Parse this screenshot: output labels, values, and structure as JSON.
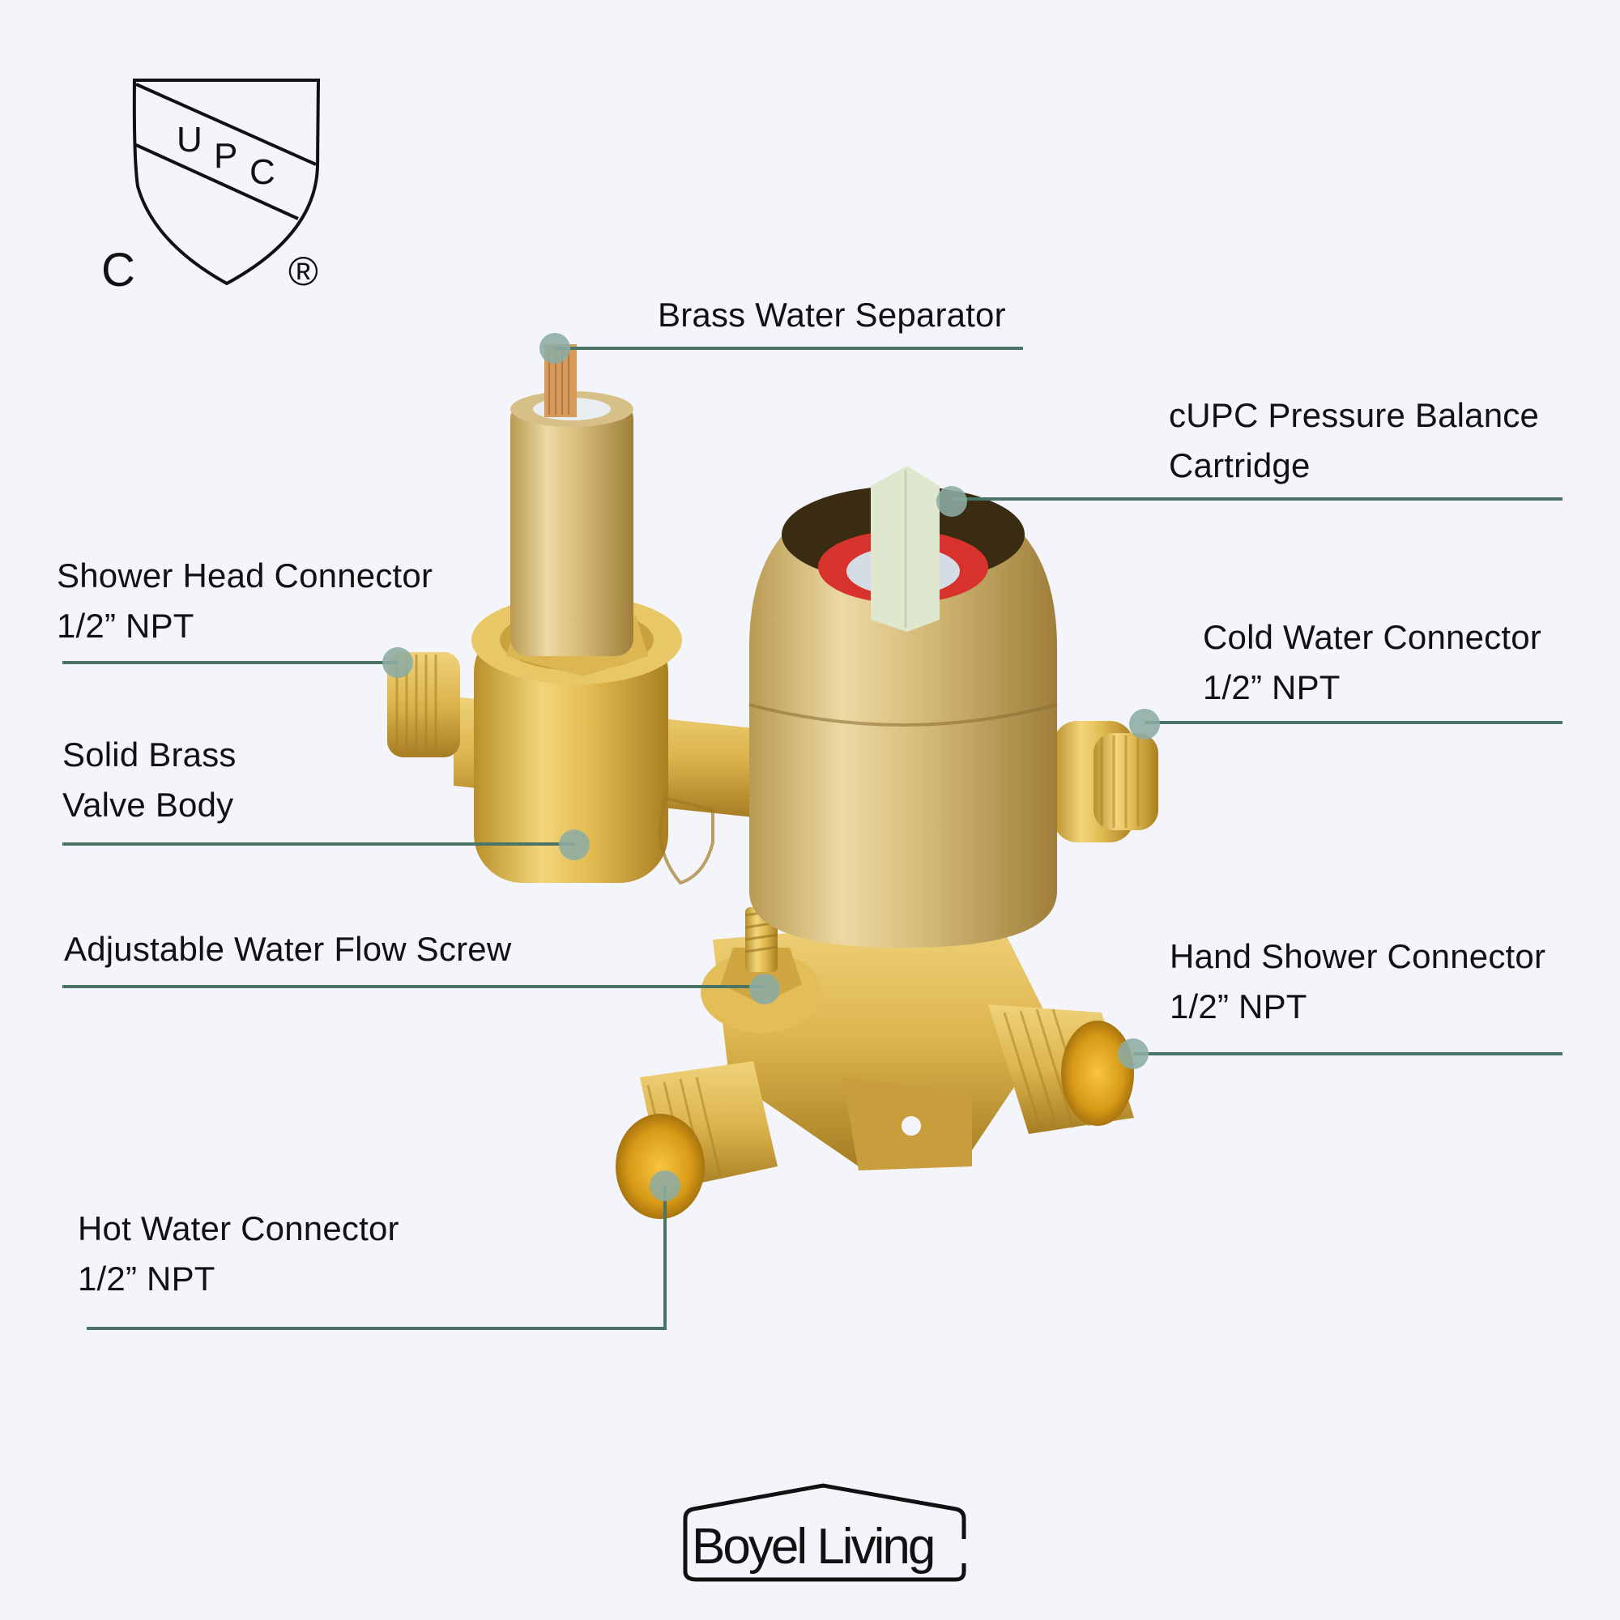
{
  "certification_logo": {
    "shield_text": [
      "U",
      "P",
      "C"
    ],
    "left_mark": "C",
    "right_mark": "®"
  },
  "callouts": [
    {
      "id": "brass-water-separator",
      "lines": [
        "Brass Water Separator"
      ]
    },
    {
      "id": "cupc-pressure-balance-cartridge",
      "lines": [
        "cUPC Pressure Balance",
        "Cartridge"
      ]
    },
    {
      "id": "shower-head-connector",
      "lines": [
        "Shower Head Connector",
        "1/2” NPT"
      ]
    },
    {
      "id": "cold-water-connector",
      "lines": [
        "Cold Water Connector",
        "1/2” NPT"
      ]
    },
    {
      "id": "solid-brass-valve-body",
      "lines": [
        "Solid Brass",
        "Valve Body"
      ]
    },
    {
      "id": "adjustable-water-flow-screw",
      "lines": [
        "Adjustable Water Flow Screw"
      ]
    },
    {
      "id": "hand-shower-connector",
      "lines": [
        "Hand Shower Connector",
        "1/2” NPT"
      ]
    },
    {
      "id": "hot-water-connector",
      "lines": [
        "Hot Water Connector",
        "1/2” NPT"
      ]
    }
  ],
  "brand": {
    "name": "Boyel Living"
  },
  "colors": {
    "background": "#f3f5fb",
    "leader_line": "#4a7466",
    "leader_dot": "#8cacA3",
    "brass": "#d9b24a",
    "cartridge_stem": "#dfe8cf",
    "seal_red": "#d8322c"
  }
}
